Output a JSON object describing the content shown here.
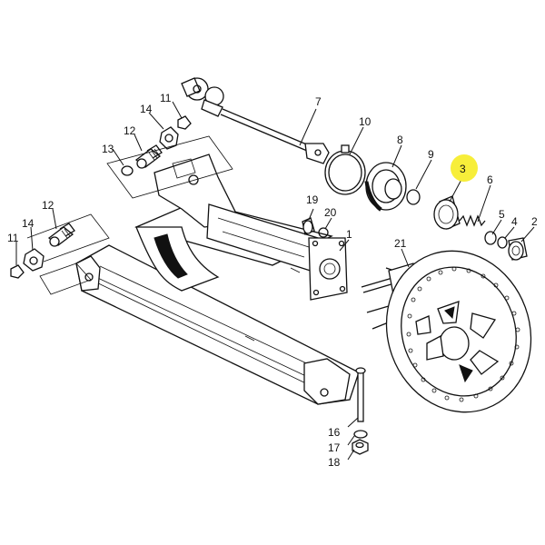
{
  "diagram": {
    "highlight_color": "#f7ee3a",
    "labels": {
      "l1": "1",
      "l2": "2",
      "l3": "3",
      "l4": "4",
      "l5": "5",
      "l6": "6",
      "l7": "7",
      "l8": "8",
      "l9": "9",
      "l10": "10",
      "l11a": "11",
      "l11b": "11",
      "l12a": "12",
      "l12b": "12",
      "l13": "13",
      "l14a": "14",
      "l14b": "14",
      "l16": "16",
      "l17": "17",
      "l18": "18",
      "l19": "19",
      "l20": "20",
      "l21": "21"
    }
  }
}
